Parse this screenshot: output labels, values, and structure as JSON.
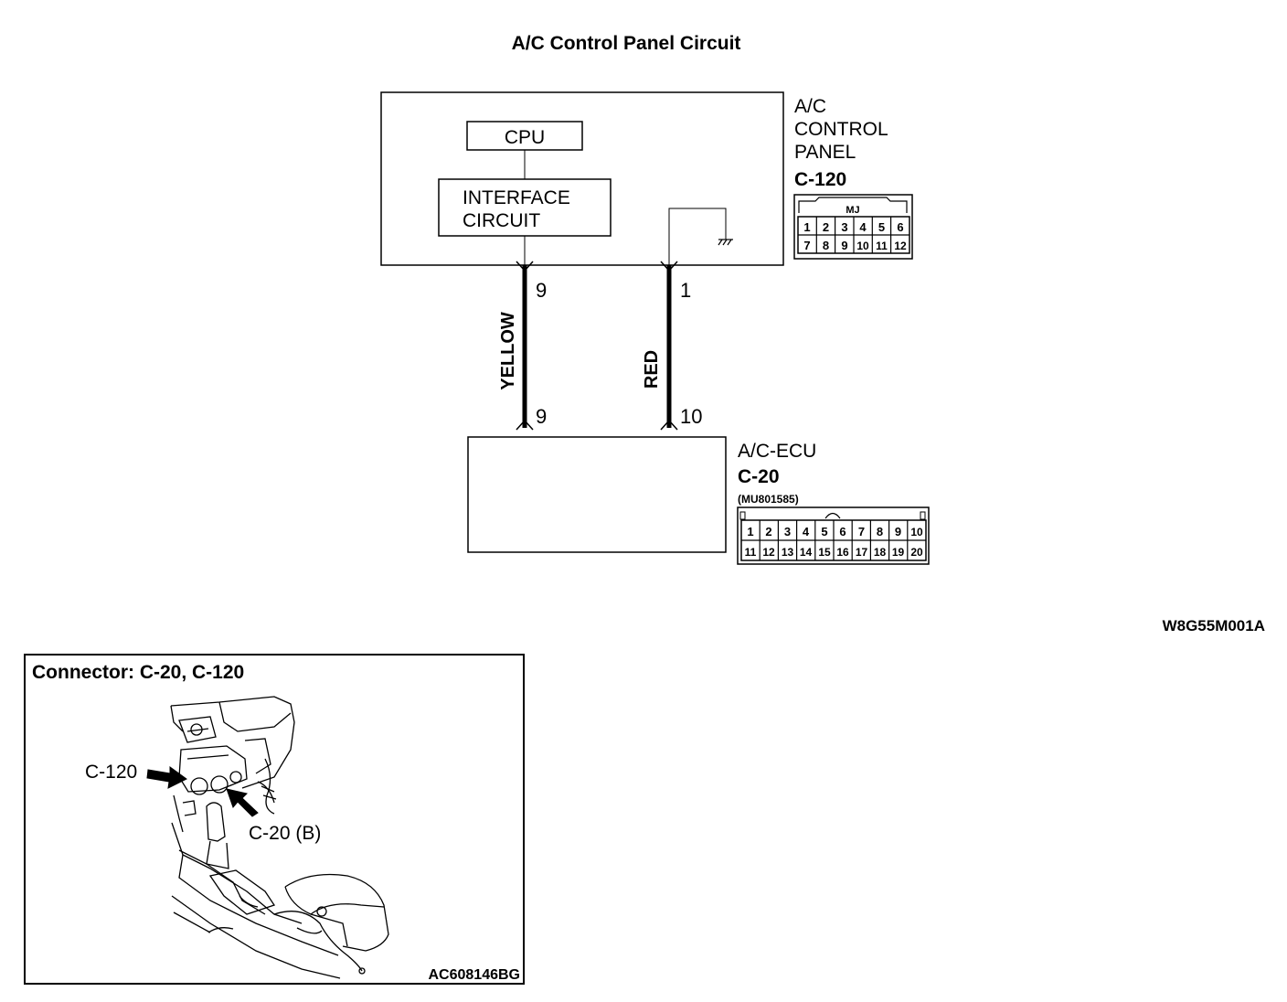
{
  "title": "A/C Control Panel Circuit",
  "panel": {
    "name_lines": [
      "A/C",
      "CONTROL",
      "PANEL"
    ],
    "connector_id": "C-120",
    "connector_code": "MJ",
    "pins_row1": [
      "1",
      "2",
      "3",
      "4",
      "5",
      "6"
    ],
    "pins_row2": [
      "7",
      "8",
      "9",
      "10",
      "11",
      "12"
    ],
    "cpu_label": "CPU",
    "interface_lines": [
      "INTERFACE",
      "CIRCUIT"
    ]
  },
  "ecu": {
    "name": "A/C-ECU",
    "connector_id": "C-20",
    "part_number": "(MU801585)",
    "pins_row1": [
      "1",
      "2",
      "3",
      "4",
      "5",
      "6",
      "7",
      "8",
      "9",
      "10"
    ],
    "pins_row2": [
      "11",
      "12",
      "13",
      "14",
      "15",
      "16",
      "17",
      "18",
      "19",
      "20"
    ]
  },
  "wires": [
    {
      "color_label": "YELLOW",
      "top_pin": "9",
      "bottom_pin": "9"
    },
    {
      "color_label": "RED",
      "top_pin": "1",
      "bottom_pin": "10"
    }
  ],
  "diagram_code": "W8G55M001A",
  "inset": {
    "title": "Connector: C-20, C-120",
    "callout_c120": "C-120",
    "callout_c20": "C-20 (B)",
    "code": "AC608146BG"
  }
}
